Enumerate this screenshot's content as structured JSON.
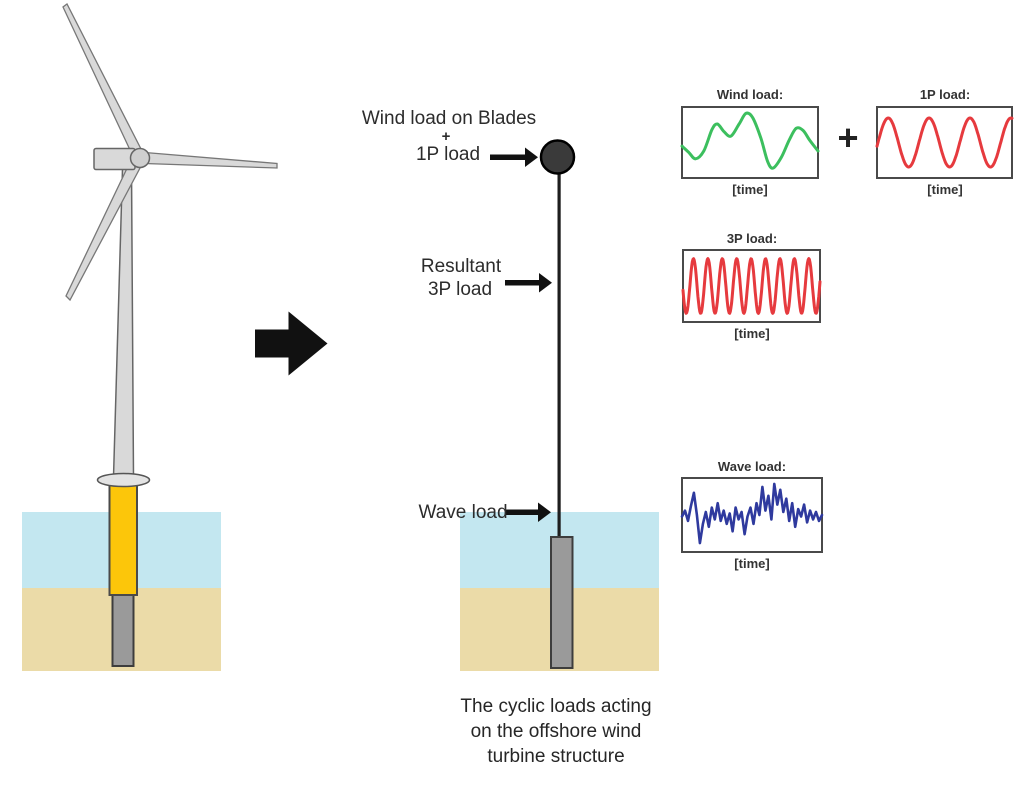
{
  "model": {
    "top": {
      "line1": "Wind load on Blades",
      "plus": "+",
      "line2": "1P load"
    },
    "mid": {
      "line1": "Resultant",
      "line2": "3P load"
    },
    "wave_label": "Wave load",
    "caption": [
      "The cyclic loads acting",
      "on the offshore wind",
      "turbine structure"
    ]
  },
  "panels_plus": "+",
  "panels": [
    {
      "id": "wind",
      "title": "Wind load:",
      "xlabel": "[time]",
      "type": "points",
      "color": "#3cbf5e",
      "stroke_width": 3,
      "points": [
        [
          0,
          55
        ],
        [
          5,
          64
        ],
        [
          10,
          73
        ],
        [
          16,
          62
        ],
        [
          22,
          32
        ],
        [
          26,
          24
        ],
        [
          31,
          35
        ],
        [
          36,
          41
        ],
        [
          42,
          24
        ],
        [
          47,
          9
        ],
        [
          52,
          15
        ],
        [
          58,
          44
        ],
        [
          63,
          77
        ],
        [
          67,
          86
        ],
        [
          73,
          71
        ],
        [
          79,
          46
        ],
        [
          84,
          30
        ],
        [
          89,
          33
        ],
        [
          94,
          47
        ],
        [
          100,
          62
        ]
      ]
    },
    {
      "id": "p1",
      "title": "1P load:",
      "xlabel": "[time]",
      "type": "sine",
      "color": "#e63a3e",
      "stroke_width": 3,
      "cycles": 3.3,
      "amplitude": 34.5,
      "phase": -0.15
    },
    {
      "id": "p3",
      "title": "3P load:",
      "xlabel": "[time]",
      "type": "sine",
      "color": "#e63a3e",
      "stroke_width": 3,
      "cycles": 9.5,
      "amplitude": 38,
      "phase": 3.3
    },
    {
      "id": "wave",
      "title": "Wave load:",
      "xlabel": "[time]",
      "type": "noise",
      "color": "#2f3a9e",
      "stroke_width": 2.6,
      "values": [
        52,
        44,
        58,
        38,
        20,
        50,
        88,
        62,
        46,
        66,
        40,
        56,
        34,
        58,
        44,
        62,
        48,
        72,
        40,
        56,
        46,
        76,
        52,
        40,
        62,
        34,
        50,
        12,
        44,
        24,
        56,
        8,
        36,
        16,
        46,
        28,
        58,
        34,
        66,
        42,
        52,
        36,
        60,
        44,
        56,
        46,
        58,
        50
      ]
    }
  ],
  "colors": {
    "water": "#c3e7f0",
    "seabed": "#ebdba8",
    "transition_piece": "#fcc60a",
    "pile": "#9a9a9a",
    "turbine_body": "#d9d9d9",
    "ink": "#111111"
  }
}
